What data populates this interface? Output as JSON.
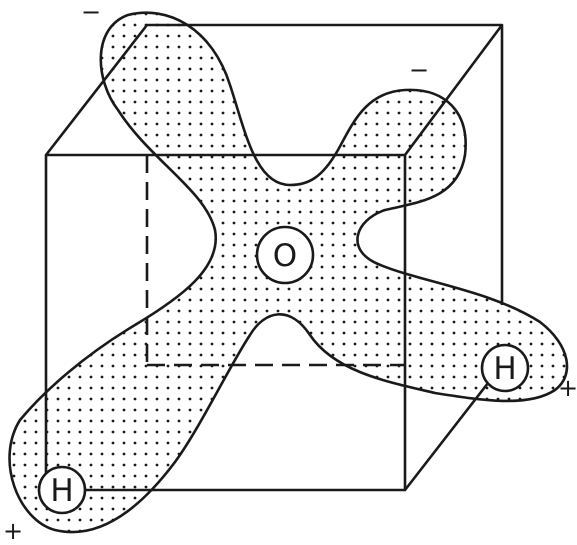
{
  "diagram": {
    "atoms": {
      "oxygen": "O",
      "hydrogen_right": "H",
      "hydrogen_left": "H"
    },
    "charges": {
      "top_left": "−",
      "top_right": "−",
      "bottom_right": "+",
      "bottom_left": "+"
    },
    "colors": {
      "ink": "#1a1a1a",
      "background": "#ffffff"
    }
  }
}
